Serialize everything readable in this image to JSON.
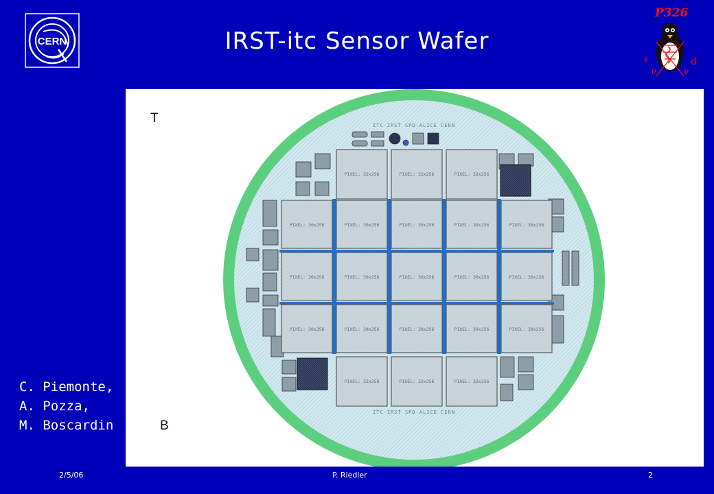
{
  "slide": {
    "title": "IRST-itc Sensor Wafer",
    "authors": [
      "C. Piemonte,",
      "A. Pozza,",
      "M. Boscardin"
    ],
    "footer": {
      "date": "2/5/06",
      "presenter": "P. Riedler",
      "page": "2"
    }
  },
  "logos": {
    "left": "CERN",
    "right_text": "P326"
  },
  "wafer": {
    "top_marker": "T",
    "bottom_marker": "B",
    "top_etch": "ITC-IRST SPD-ALICE CERN",
    "bottom_etch": "ITC-IRST SPD-ALICE CERN",
    "rows": [
      {
        "type": "small",
        "labels": [
          "PIXEL: 32x256",
          "PIXEL: 32x256",
          "PIXEL: 32x256"
        ]
      },
      {
        "type": "large",
        "labels": [
          "PIXEL: 30x256",
          "PIXEL: 30x256",
          "PIXEL: 30x256",
          "PIXEL: 30x256",
          "PIXEL: 30x256"
        ]
      },
      {
        "type": "large",
        "labels": [
          "PIXEL: 30x256",
          "PIXEL: 30x256",
          "PIXEL: 30x256",
          "PIXEL: 30x256",
          "PIXEL: 30x256"
        ]
      },
      {
        "type": "large",
        "labels": [
          "PIXEL: 30x256",
          "PIXEL: 30x256",
          "PIXEL: 30x256",
          "PIXEL: 30x256",
          "PIXEL: 30x256"
        ]
      },
      {
        "type": "small",
        "labels": [
          "PIXEL: 32x256",
          "PIXEL: 32x256",
          "PIXEL: 32x256"
        ]
      }
    ],
    "colors": {
      "ring": "#5ccf7e",
      "substrate": "#cfe7ee",
      "chip": "#c7d3da",
      "chip_border": "#5a5a5a",
      "strip": "#1e6fd0"
    }
  }
}
